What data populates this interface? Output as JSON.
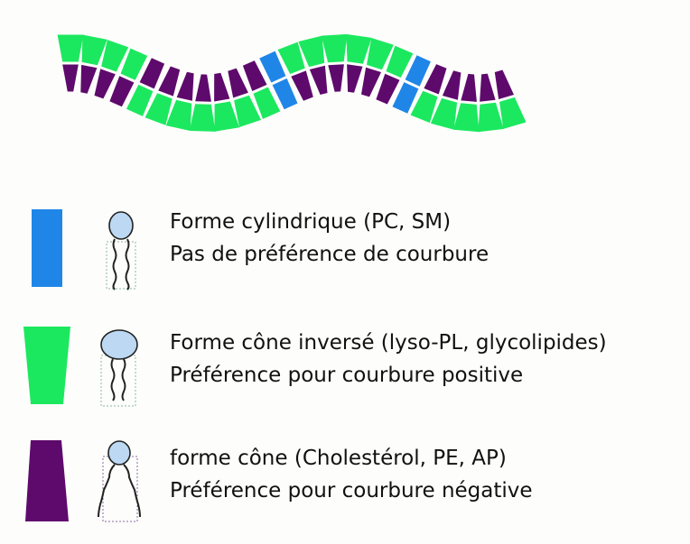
{
  "colors": {
    "cylinder": "#1f86e8",
    "inverted_cone": "#1be85f",
    "cone": "#5e0a6c",
    "head": "#bcd8f2",
    "background": "#fdfdfb"
  },
  "legend": [
    {
      "shape": "cylinder",
      "title": "Forme cylindrique (PC, SM)",
      "description": "Pas de préférence de courbure"
    },
    {
      "shape": "inverted-cone",
      "title": "Forme cône inversé (lyso-PL, glycolipides)",
      "description": "Préférence pour courbure positive"
    },
    {
      "shape": "cone",
      "title": "forme cône (Cholestérol, PE, AP)",
      "description": "Préférence pour courbure négative"
    }
  ]
}
